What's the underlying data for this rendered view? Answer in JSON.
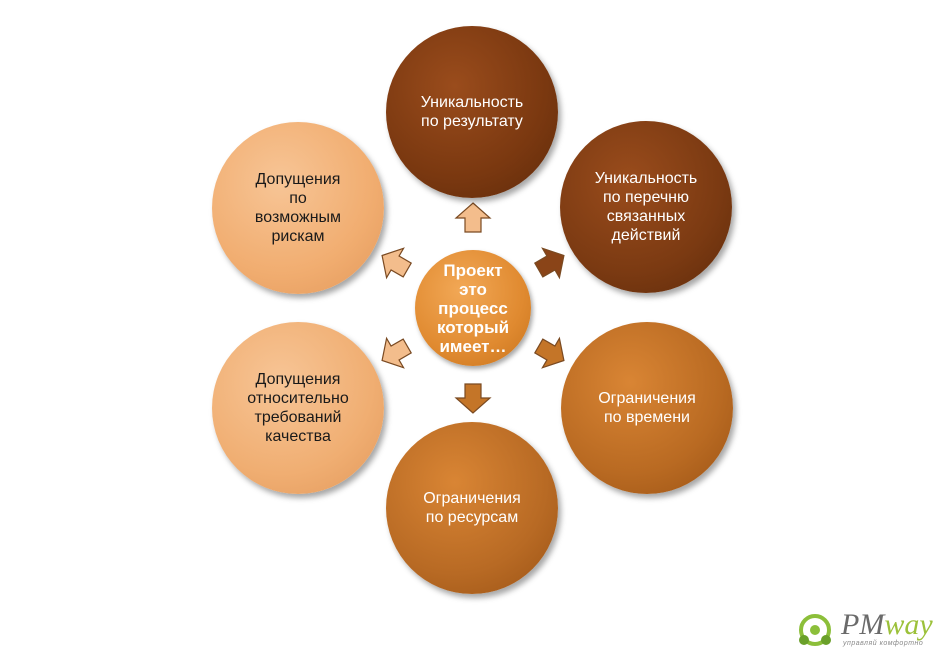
{
  "diagram": {
    "center": {
      "label": "Проект\nэто\nпроцесс\nкоторый\nимеет…"
    },
    "nodes": [
      {
        "id": "top",
        "label": "Уникальность\nпо результату",
        "color": "#7a3810"
      },
      {
        "id": "upper-right",
        "label": "Уникальность\nпо перечню\nсвязанных\nдействий",
        "color": "#7b3a12"
      },
      {
        "id": "lower-right",
        "label": "Ограничения\nпо времени",
        "color": "#b96a22"
      },
      {
        "id": "bottom",
        "label": "Ограничения\nпо ресурсам",
        "color": "#b86a24"
      },
      {
        "id": "lower-left",
        "label": "Допущения\nотносительно\nтребований\nкачества",
        "color": "#f0ae72"
      },
      {
        "id": "upper-left",
        "label": "Допущения\nпо\nвозможным\nрискам",
        "color": "#f1ad70"
      }
    ]
  },
  "logo": {
    "pm": "PM",
    "way": "way",
    "tagline": "управляй комфортно"
  }
}
